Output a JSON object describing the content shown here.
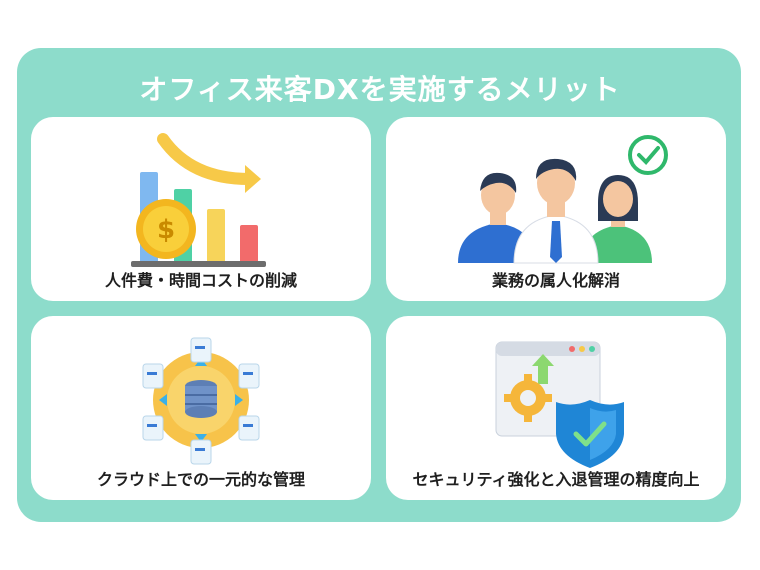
{
  "title": "オフィス来客DXを実施するメリット",
  "cards": [
    {
      "label": "人件費・時間コストの削減",
      "icon": "cost-reduction-icon"
    },
    {
      "label": "業務の属人化解消",
      "icon": "team-check-icon"
    },
    {
      "label": "クラウド上での一元的な管理",
      "icon": "cloud-database-icon"
    },
    {
      "label": "セキュリティ強化と入退管理の精度向上",
      "icon": "security-shield-icon"
    }
  ],
  "colors": {
    "panel": "#8ddccb",
    "card": "#ffffff",
    "title_text": "#ffffff"
  }
}
